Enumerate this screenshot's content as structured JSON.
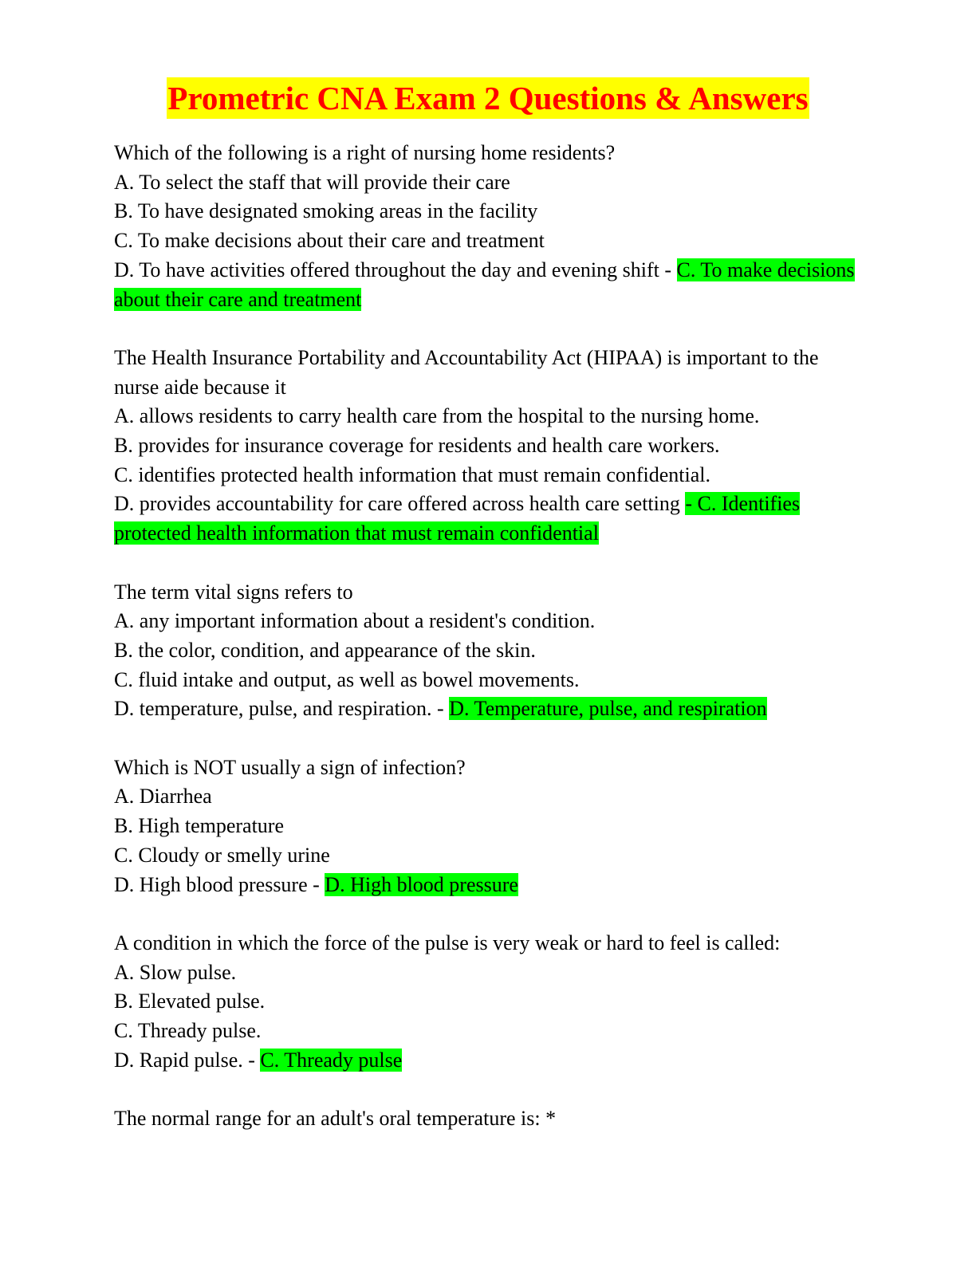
{
  "title": "Prometric CNA Exam 2 Questions & Answers",
  "questions": [
    {
      "prompt": "Which of the following is a right of nursing home residents?",
      "options": [
        "A. To select the staff that will provide their care",
        "B. To have designated smoking areas in the facility",
        "C. To make decisions about their care and treatment"
      ],
      "last_option": "D. To have activities offered throughout the day and evening shift - ",
      "answer": "C. To make decisions about their care and treatment"
    },
    {
      "prompt": "The Health Insurance Portability and Accountability Act (HIPAA) is important to the nurse aide because it",
      "options": [
        "A. allows residents to carry health care from the hospital to the nursing home.",
        "B. provides for insurance coverage for residents and health care workers.",
        "C. identifies protected health information that must remain confidential."
      ],
      "last_option": "D. provides accountability for care offered across health care setting ",
      "answer": "- C. Identifies protected health information that must remain confidential"
    },
    {
      "prompt": "The term vital signs refers to",
      "options": [
        "A. any important information about a resident's condition.",
        "B. the color, condition, and appearance of the skin.",
        "C. fluid intake and output, as well as bowel movements."
      ],
      "last_option": "D. temperature, pulse, and respiration. - ",
      "answer": "D. Temperature, pulse, and respiration"
    },
    {
      "prompt": "Which is NOT usually a sign of infection?",
      "options": [
        "A. Diarrhea",
        "B. High temperature",
        "C. Cloudy or smelly urine"
      ],
      "last_option": "D. High blood pressure - ",
      "answer": "D. High blood pressure"
    },
    {
      "prompt": "A condition in which the force of the pulse is very weak or hard to feel is called:",
      "options": [
        "A. Slow pulse.",
        "B. Elevated pulse.",
        "C. Thready pulse."
      ],
      "last_option": "D. Rapid pulse. - ",
      "answer": "C. Thready pulse"
    }
  ],
  "final_prompt": "The normal range for an adult's oral temperature is: *",
  "colors": {
    "title_text": "#ff0000",
    "title_highlight": "#ffff00",
    "answer_highlight": "#00ff00"
  }
}
